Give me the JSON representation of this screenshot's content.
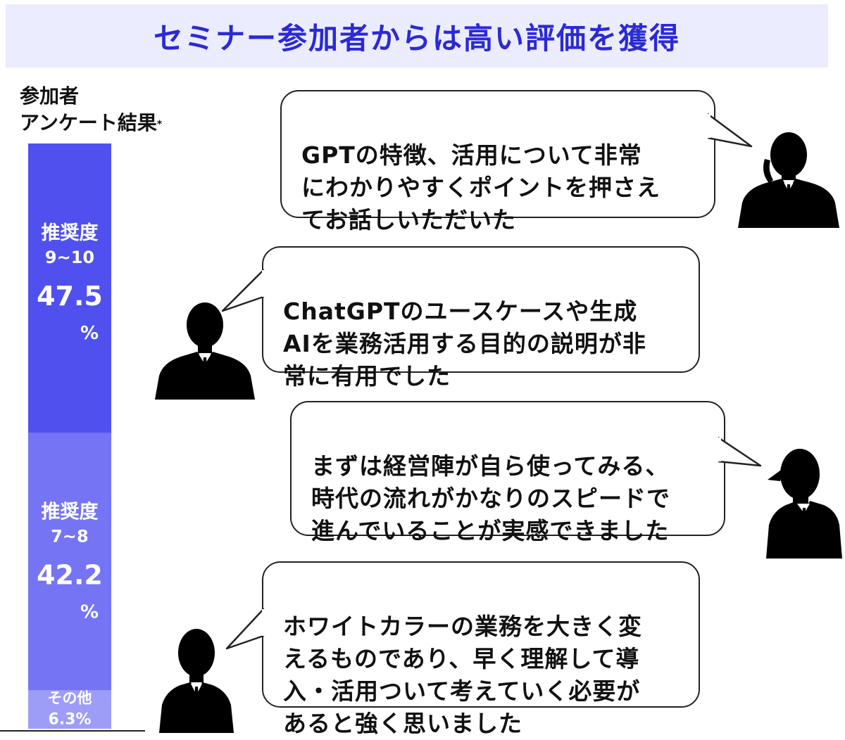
{
  "header": {
    "title": "セミナー参加者からは高い評価を獲得"
  },
  "survey": {
    "label_line1": "参加者",
    "label_line2": "アンケート結果",
    "footnote_mark": "*"
  },
  "chart_data": {
    "type": "bar",
    "stacked": true,
    "categories": [
      "参加者アンケート結果"
    ],
    "series": [
      {
        "name": "推奨度\n9~10",
        "value": 47.5,
        "label": "47.5",
        "unit": "%",
        "color": "#5050ee"
      },
      {
        "name": "推奨度\n7~8",
        "value": 42.2,
        "label": "42.2",
        "unit": "%",
        "color": "#7474f4"
      },
      {
        "name": "その他",
        "value": 6.3,
        "label": "6.3%",
        "unit": "",
        "color": "#9d9df7"
      }
    ],
    "ylim": [
      0,
      100
    ],
    "colors": {
      "baseline": "#222222",
      "label_text": "#ffffff"
    }
  },
  "comments": [
    {
      "text": "GPTの特徴、活用について非常\nにわかりやすくポイントを押さえ\nてお話しいただいた",
      "person": "businessman-phone-silhouette-icon"
    },
    {
      "text": "ChatGPTのユースケースや生成\nAIを業務活用する目的の説明が非\n常に有用でした",
      "person": "businessman-silhouette-icon"
    },
    {
      "text": "まずは経営陣が自ら使ってみる、\n時代の流れがかなりのスピードで\n進んでいることが実感できました",
      "person": "businessman-glasses-silhouette-icon"
    },
    {
      "text": "ホワイトカラーの業務を大きく変\nえるものであり、早く理解して導\n入・活用ついて考えていく必要が\nあると強く思いました",
      "person": "businessman-silhouette-icon"
    }
  ]
}
